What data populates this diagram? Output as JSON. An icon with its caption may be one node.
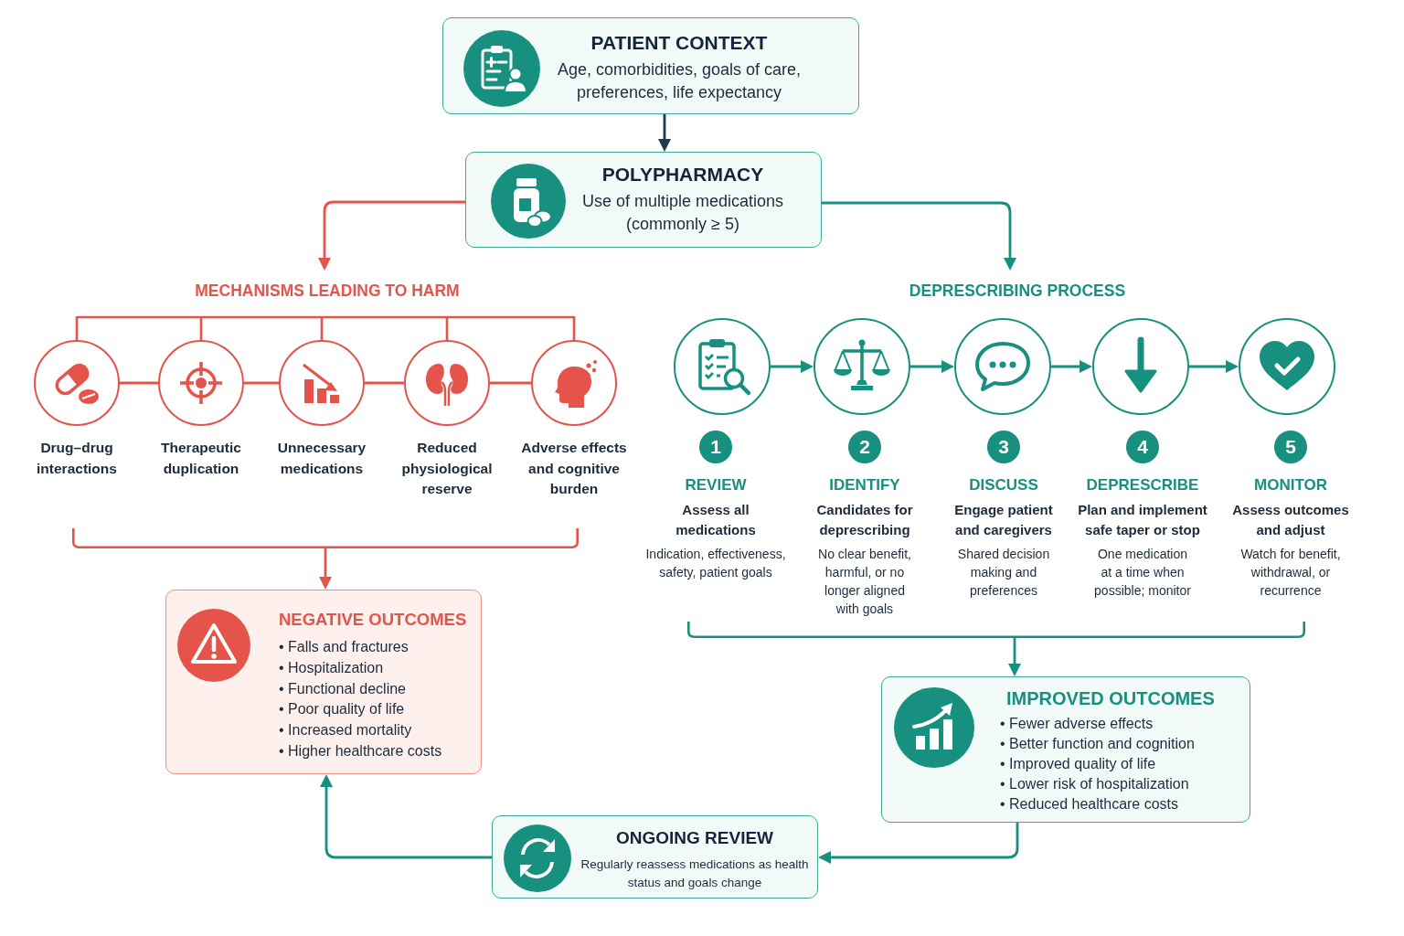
{
  "diagram": {
    "nodes": [
      {
        "text": [
          "PATIENT CONTEXT",
          "Age, comorbidities, goals of care, preferences, life expectancy"
        ]
      },
      {
        "text": [
          "POLYPHARMACY",
          "Use of multiple medications (commonly ≥ 5)"
        ]
      },
      {
        "text": [
          "MECHANISMS LEADING TO HARM"
        ]
      },
      {
        "text": [
          "Drug–drug interactions"
        ]
      },
      {
        "text": [
          "Therapeutic duplication"
        ]
      },
      {
        "text": [
          "Unnecessary medications"
        ]
      },
      {
        "text": [
          "Reduced physiological reserve"
        ]
      },
      {
        "text": [
          "Adverse effects and cognitive burden"
        ]
      },
      {
        "text": [],
        "shape": "bracket"
      },
      {
        "text": [
          "DEPRESCRIBING PROCESS"
        ]
      },
      {
        "text": [
          "1",
          "REVIEW",
          "Assess all medications"
        ]
      },
      {
        "text": [
          "2",
          "IDENTIFY",
          "Candidates for deprescribing"
        ]
      },
      {
        "text": [
          "3",
          "DISCUSS",
          "Engage patient and caregivers"
        ]
      },
      {
        "text": [
          "4",
          "DEPRESCRIBE",
          "Plan and implement safe taper or stop"
        ]
      },
      {
        "text": [
          "5",
          "MONITOR",
          "Assess outcomes and adjust"
        ]
      },
      {
        "text": [],
        "shape": "bracket"
      },
      {
        "text": [
          "NEGATIVE OUTCOMES",
          "• Falls and fractures",
          "• Hospitalization",
          "• Functional decline",
          "• Poor quality of life",
          "• Increased mortality",
          "• Higher healthcare costs"
        ]
      },
      {
        "text": [
          "IMPROVED OUTCOMES",
          "• Fewer adverse effects",
          "• Better function and cognition",
          "• Improved quality of life",
          "• Lower risk of hospitalization",
          "• Reduced healthcare costs"
        ]
      },
      {
        "text": [
          "ONGOING REVIEW",
          "Regularly reassess medications as health status and goals change"
        ]
      }
    ],
    "edges": [
      {
        "from": 0,
        "to": 1,
        "arrow": "to",
        "color": "#1f3b4d"
      },
      {
        "from": 1,
        "to": 2,
        "arrow": "to",
        "color": "#e4544b"
      },
      {
        "from": 1,
        "to": 9,
        "arrow": "to"
      },
      {
        "from": 3,
        "to": 4,
        "arrow": "none",
        "color": "#e4544b"
      },
      {
        "from": 4,
        "to": 5,
        "arrow": "none",
        "color": "#e4544b"
      },
      {
        "from": 5,
        "to": 6,
        "arrow": "none",
        "color": "#e4544b"
      },
      {
        "from": 6,
        "to": 7,
        "arrow": "none",
        "color": "#e4544b"
      },
      {
        "from": 10,
        "to": 11,
        "arrow": "to"
      },
      {
        "from": 11,
        "to": 12,
        "arrow": "to"
      },
      {
        "from": 12,
        "to": 13,
        "arrow": "to"
      },
      {
        "from": 13,
        "to": 14,
        "arrow": "to"
      },
      {
        "from": 8,
        "to": 16,
        "arrow": "to",
        "color": "#e4544b"
      },
      {
        "from": 15,
        "to": 17,
        "arrow": "to"
      },
      {
        "from": 17,
        "to": 18,
        "arrow": "to"
      },
      {
        "from": 18,
        "to": 16,
        "arrow": "to"
      }
    ],
    "labels": [
      "Indication, effectiveness, safety, patient goals",
      "No clear benefit, harmful, or no longer aligned with goals",
      "Shared decision making and preferences",
      "One medication at a time when possible; monitor",
      "Watch for benefit, withdrawal, or recurrence"
    ]
  }
}
